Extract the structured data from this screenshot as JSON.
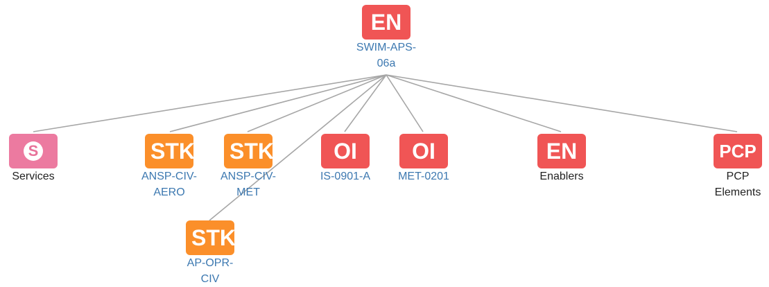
{
  "colors": {
    "EN": "#f05555",
    "OI": "#f05555",
    "PCP": "#f05555",
    "STK": "#fb8f2a",
    "SERVICE": "#ec7aa0",
    "edge": "#a6a6a6",
    "link_text": "#3c78b0"
  },
  "root": {
    "badge": "EN",
    "label": "SWIM-APS-06a"
  },
  "children": [
    {
      "id": "services",
      "badge_icon": "services-icon",
      "label": "Services",
      "link": false
    },
    {
      "id": "stk-aero",
      "badge": "STK",
      "label": "ANSP-CIV-AERO",
      "link": true
    },
    {
      "id": "stk-met",
      "badge": "STK",
      "label": "ANSP-CIV-MET",
      "link": true
    },
    {
      "id": "oi-is",
      "badge": "OI",
      "label": "IS-0901-A",
      "link": true
    },
    {
      "id": "oi-met",
      "badge": "OI",
      "label": "MET-0201",
      "link": true
    },
    {
      "id": "enablers",
      "badge": "EN",
      "label": "Enablers",
      "link": false
    },
    {
      "id": "pcp",
      "badge": "PCP",
      "label": "PCP Elements",
      "link": false
    },
    {
      "id": "stk-apopr",
      "badge": "STK",
      "label": "AP-OPR-CIV",
      "link": true
    }
  ]
}
